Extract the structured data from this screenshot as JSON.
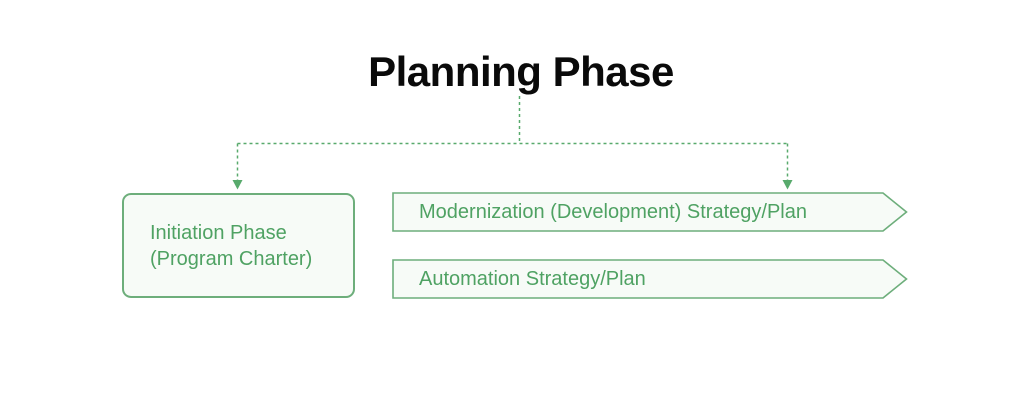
{
  "colors": {
    "title-color": "#0a0a0a",
    "green-stroke": "#6dae7b",
    "green-text": "#4fa263",
    "green-fill": "#f7fbf7",
    "connector": "#58aa6c",
    "bg": "#ffffff"
  },
  "diagram": {
    "title": "Planning Phase",
    "nodes": {
      "initiation": {
        "label": "Initiation Phase (Program Charter)"
      },
      "modernization": {
        "label": "Modernization (Development) Strategy/Plan"
      },
      "automation": {
        "label": "Automation Strategy/Plan"
      }
    }
  }
}
